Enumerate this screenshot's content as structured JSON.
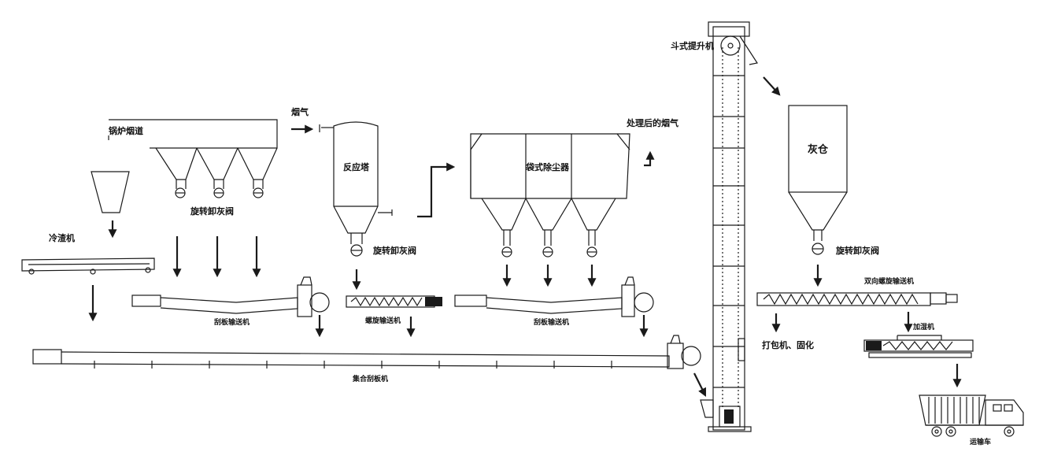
{
  "labels": {
    "boiler_flue": "锅炉烟道",
    "flue_gas": "烟气",
    "rotary_valve_1": "旋转卸灰阀",
    "reactor": "反应塔",
    "rotary_valve_2": "旋转卸灰阀",
    "bag_filter": "袋式除尘器",
    "treated_gas": "处理后的烟气",
    "bucket_elevator": "斗式提升机",
    "ash_silo": "灰仓",
    "rotary_valve_3": "旋转卸灰阀",
    "slag_cooler": "冷渣机",
    "scraper_1": "刮板输送机",
    "screw_conveyor": "螺旋输送机",
    "scraper_2": "刮板输送机",
    "twin_screw": "双向螺旋输送机",
    "pack_solidify": "打包机、固化",
    "humidifier": "加湿机",
    "collecting_scraper": "集合刮板机",
    "truck": "运输车"
  }
}
